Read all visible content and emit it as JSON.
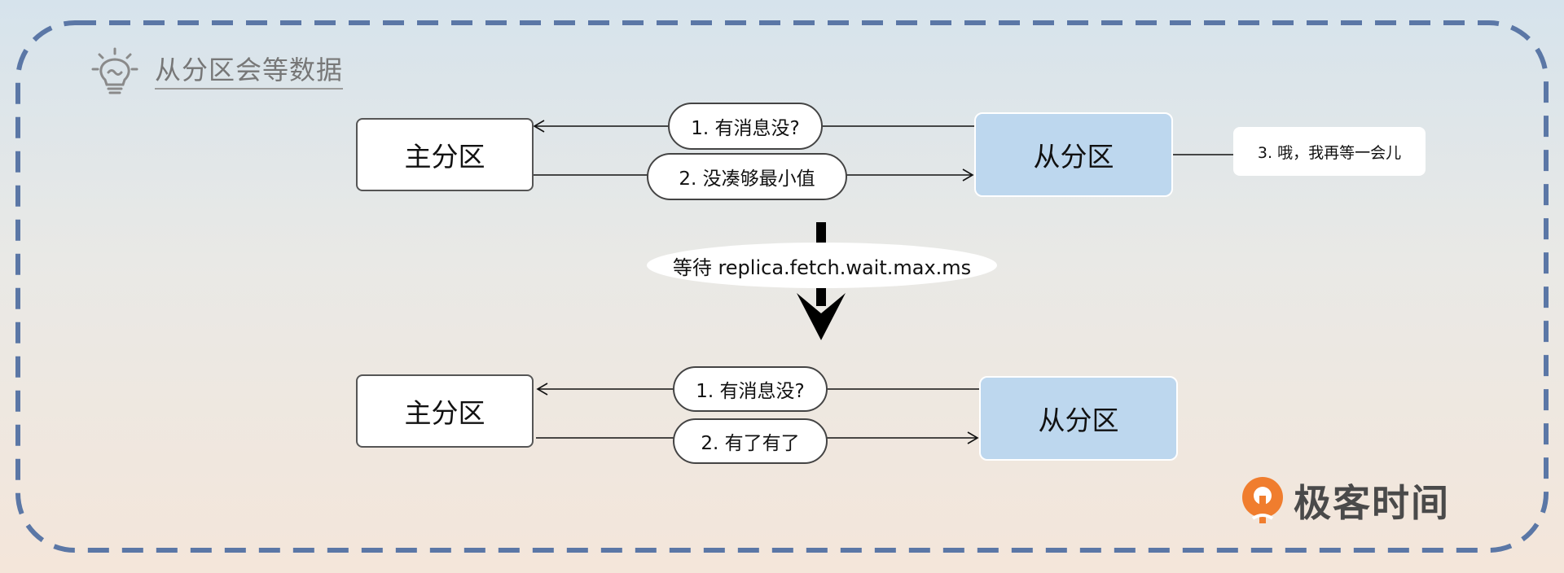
{
  "header": {
    "title": "从分区会等数据",
    "icon": "lightbulb-icon"
  },
  "top": {
    "main_box": "主分区",
    "replica_box": "从分区",
    "msg1": "1. 有消息没?",
    "msg2": "2. 没凑够最小值",
    "note": "3. 哦，我再等一会儿"
  },
  "wait": {
    "label": "等待 replica.fetch.wait.max.ms"
  },
  "bottom": {
    "main_box": "主分区",
    "replica_box": "从分区",
    "msg1": "1. 有消息没?",
    "msg2": "2. 有了有了"
  },
  "brand": {
    "name": "极客时间",
    "logo": "geektime-logo"
  },
  "colors": {
    "replica_fill": "#bdd7ee",
    "frame_dash": "#5b77a6",
    "brand_orange": "#f07d2e"
  }
}
